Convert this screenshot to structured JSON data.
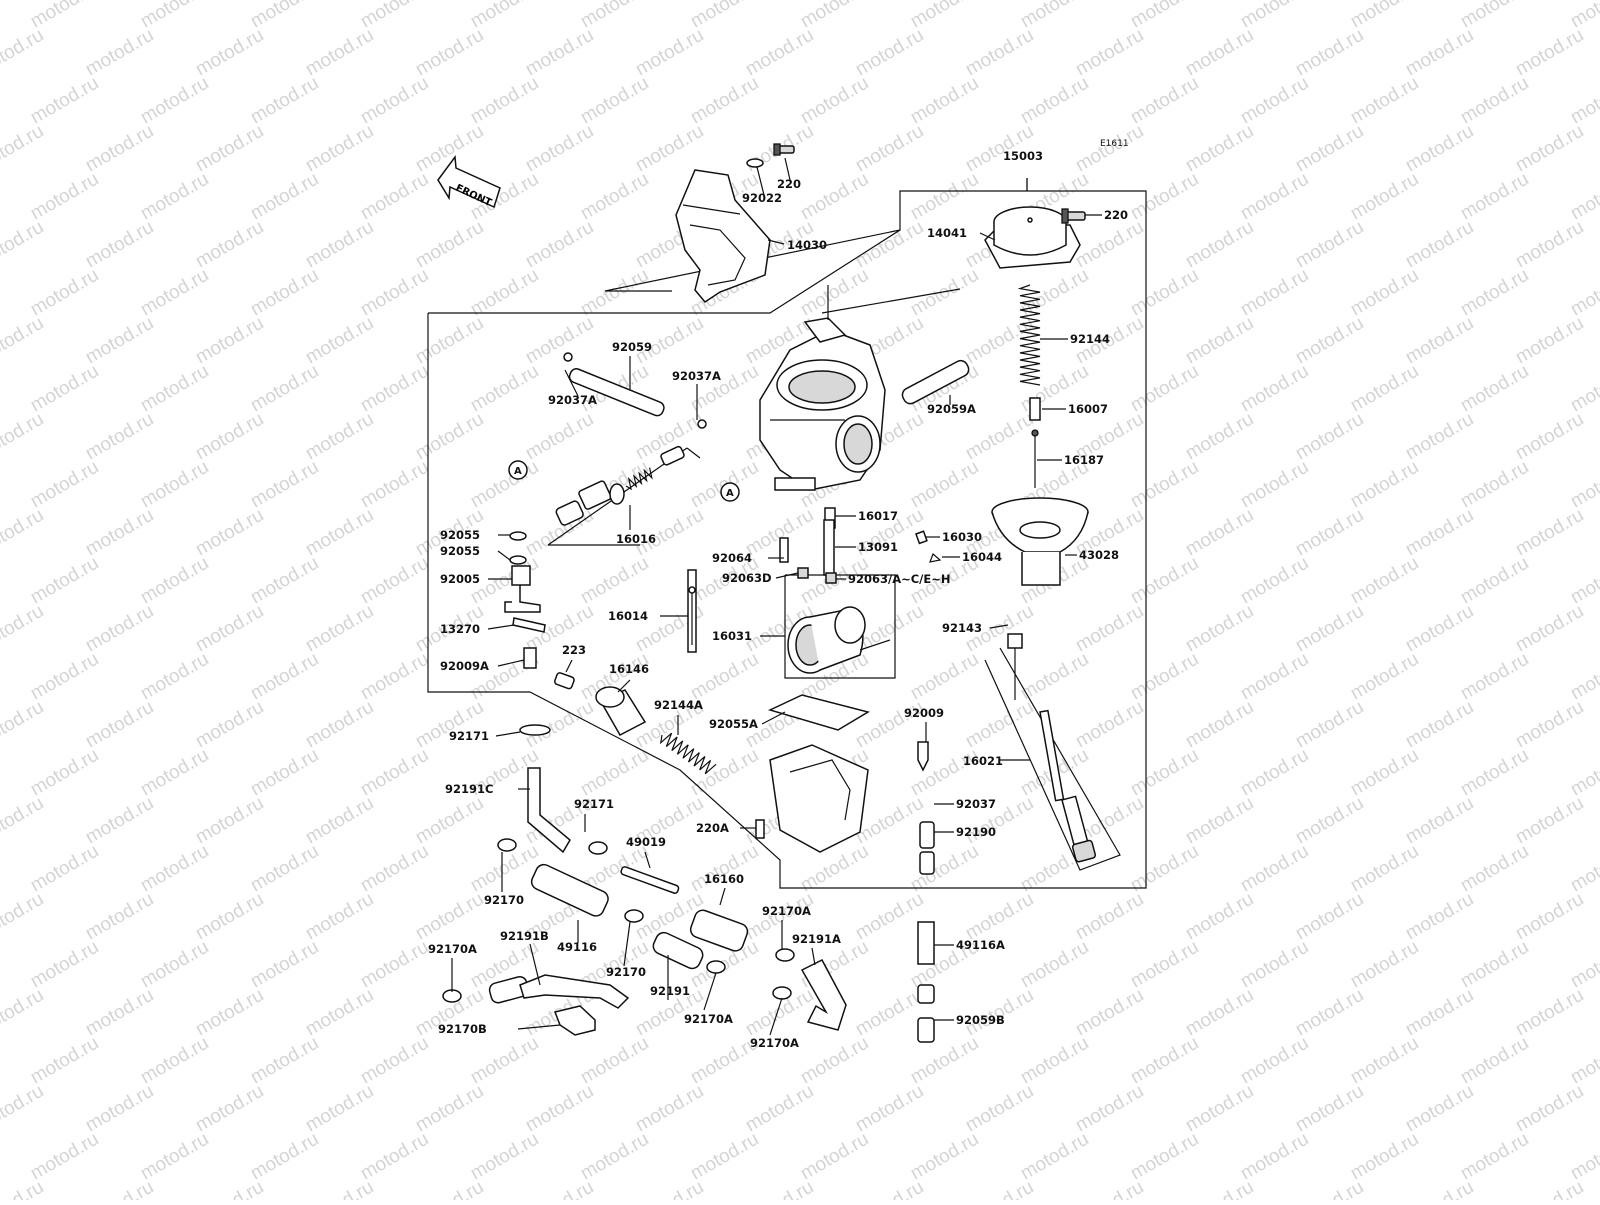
{
  "watermark": "motod.ru",
  "diagram_code": "E1611",
  "front_label": "FRONT",
  "parts": {
    "p15003": "15003",
    "p220_top": "220",
    "p220_cap": "220",
    "p220A": "220A",
    "p223": "223",
    "p13091": "13091",
    "p13270": "13270",
    "p14030": "14030",
    "p14041": "14041",
    "p16007": "16007",
    "p16014": "16014",
    "p16016": "16016",
    "p16017": "16017",
    "p16021": "16021",
    "p16030": "16030",
    "p16031": "16031",
    "p16044": "16044",
    "p16146": "16146",
    "p16160": "16160",
    "p16187": "16187",
    "p43028": "43028",
    "p49019": "49019",
    "p49116": "49116",
    "p49116A": "49116A",
    "p92005": "92005",
    "p92009": "92009",
    "p92009A": "92009A",
    "p92022": "92022",
    "p92037": "92037",
    "p92037A_l": "92037A",
    "p92037A_r": "92037A",
    "p92055_1": "92055",
    "p92055_2": "92055",
    "p92055A": "92055A",
    "p92059": "92059",
    "p92059A": "92059A",
    "p92059B": "92059B",
    "p92063AH": "92063/A~C/E~H",
    "p92063D": "92063D",
    "p92064": "92064",
    "p92143": "92143",
    "p92144": "92144",
    "p92144A": "92144A",
    "p92170_l": "92170",
    "p92170_c": "92170",
    "p92170A_l": "92170A",
    "p92170A_c": "92170A",
    "p92170A_r1": "92170A",
    "p92170A_r2": "92170A",
    "p92170B": "92170B",
    "p92171_l": "92171",
    "p92171_c": "92171",
    "p92190": "92190",
    "p92191": "92191",
    "p92191A": "92191A",
    "p92191B": "92191B",
    "p92191C": "92191C"
  },
  "callouts": {
    "a1": "A",
    "a2": "A"
  }
}
